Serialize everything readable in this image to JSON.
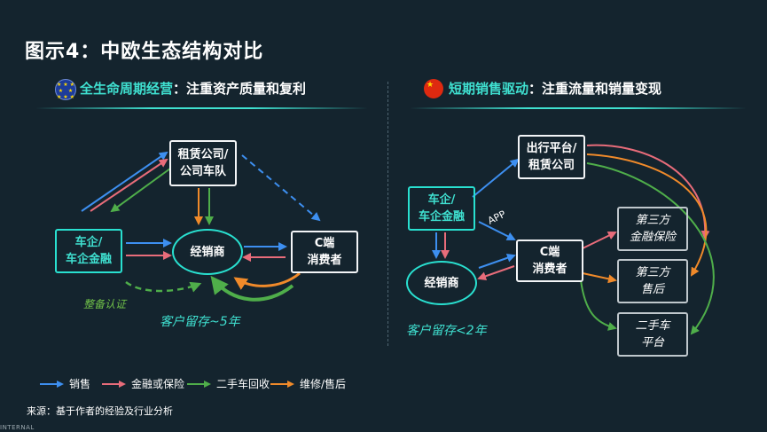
{
  "title": "图示4：中欧生态结构对比",
  "left": {
    "flag_icon": "eu-flag-icon",
    "heading_highlight": "全生命周期经营",
    "heading_rest": "：注重资产质量和复利",
    "nodes": {
      "leasing_line1": "租赁公司/",
      "leasing_line2": "公司车队",
      "oem_line1": "车企/",
      "oem_line2": "车企金融",
      "dealer": "经销商",
      "consumer_line1": "C端",
      "consumer_line2": "消费者"
    },
    "refurbish_note": "整备认证",
    "retention": "客户留存~5年"
  },
  "right": {
    "flag_icon": "cn-flag-icon",
    "heading_highlight": "短期销售驱动",
    "heading_rest": "：注重流量和销量变现",
    "nodes": {
      "platform_line1": "出行平台/",
      "platform_line2": "租赁公司",
      "oem_line1": "车企/",
      "oem_line2": "车企金融",
      "dealer": "经销商",
      "consumer_line1": "C端",
      "consumer_line2": "消费者",
      "insurance_line1": "第三方",
      "insurance_line2": "金融保险",
      "aftersales_line1": "第三方",
      "aftersales_line2": "售后",
      "usedcar_line1": "二手车",
      "usedcar_line2": "平台"
    },
    "app_label": "APP",
    "retention": "客户留存<2年"
  },
  "legend": [
    {
      "label": "销售",
      "color": "#3d8ff0"
    },
    {
      "label": "金融或保险",
      "color": "#e86c7a"
    },
    {
      "label": "二手车回收",
      "color": "#4fae4a"
    },
    {
      "label": "维修/售后",
      "color": "#f08a2a"
    }
  ],
  "source": "来源：基于作者的经验及行业分析",
  "footer_mark": "INTERNAL"
}
